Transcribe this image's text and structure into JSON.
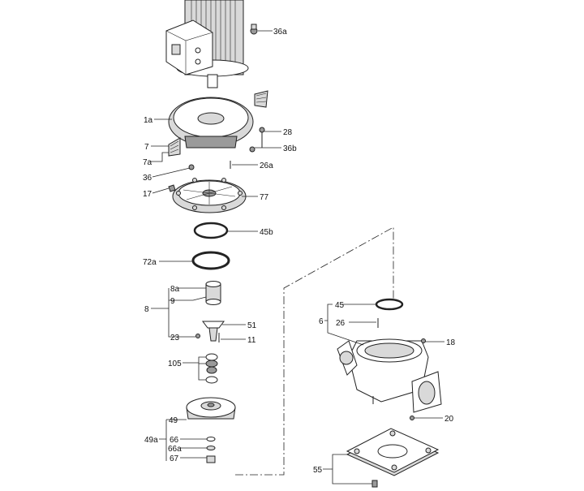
{
  "drawing": {
    "labels": {
      "l36a": "36a",
      "l1a": "1a",
      "l28": "28",
      "l7": "7",
      "l36b": "36b",
      "l7a": "7a",
      "l26a": "26a",
      "l36": "36",
      "l17": "17",
      "l77": "77",
      "l45b": "45b",
      "l72a": "72a",
      "l8a": "8a",
      "l9": "9",
      "l8": "8",
      "l51": "51",
      "l23": "23",
      "l11": "11",
      "l105": "105",
      "l49": "49",
      "l49a": "49a",
      "l66": "66",
      "l66a": "66a",
      "l67": "67",
      "l45": "45",
      "l6": "6",
      "l26": "26",
      "l18": "18",
      "l20": "20",
      "l55": "55"
    }
  }
}
